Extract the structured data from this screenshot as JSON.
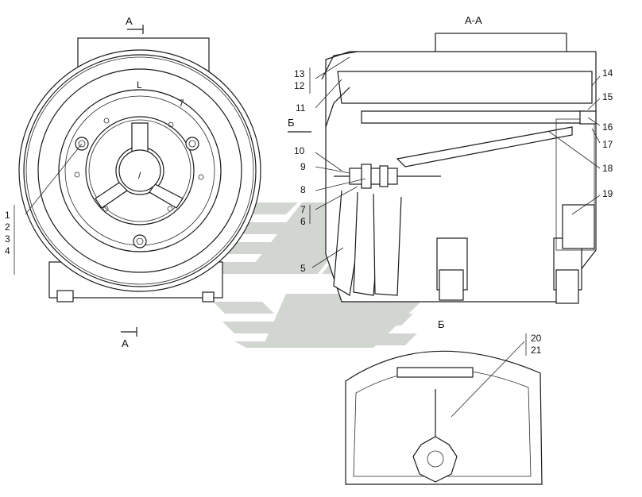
{
  "section_marks": {
    "a_top": "А",
    "a_bottom": "А",
    "section_title": "А-А",
    "view_b_arrow": "Б",
    "view_b_title": "Б"
  },
  "front_view": {
    "hub_marks": [
      "L",
      "7",
      "/"
    ]
  },
  "callouts": {
    "left_stack": [
      "1",
      "2",
      "3",
      "4"
    ],
    "c13": "13",
    "c12": "12",
    "c11": "11",
    "c10": "10",
    "c9": "9",
    "c8": "8",
    "c7": "7",
    "c6": "6",
    "c5": "5",
    "c14": "14",
    "c15": "15",
    "c16": "16",
    "c17": "17",
    "c18": "18",
    "c19": "19",
    "c20": "20",
    "c21": "21"
  },
  "colors": {
    "ink": "#1a1a1a",
    "watermark": "#c9cfc9"
  }
}
